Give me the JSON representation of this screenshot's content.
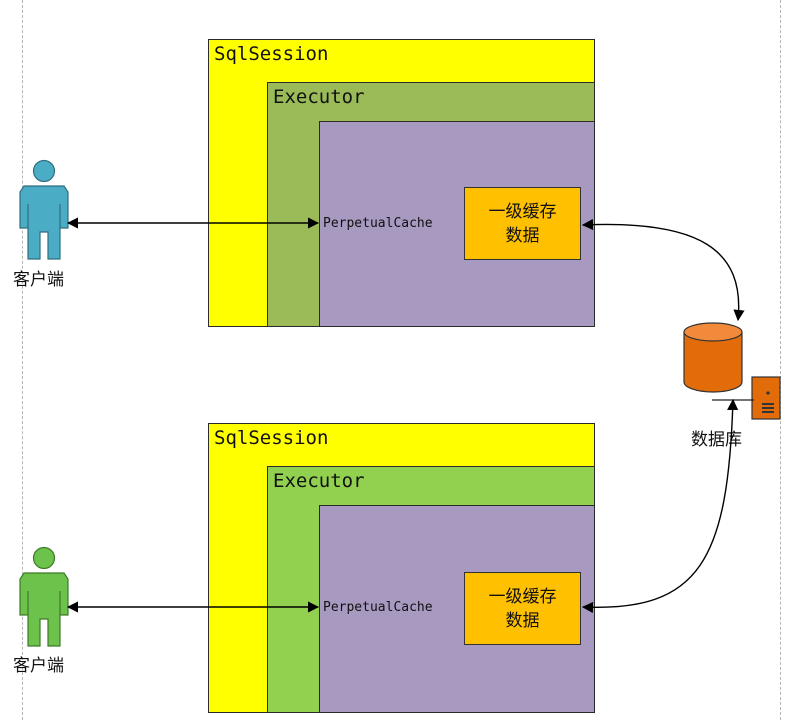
{
  "session1": {
    "session_label": "SqlSession",
    "executor_label": "Executor",
    "cache_label": "PerpetualCache",
    "cache_box": [
      "一级缓存",
      "数据"
    ],
    "client_label": "客户端"
  },
  "session2": {
    "session_label": "SqlSession",
    "executor_label": "Executor",
    "cache_label": "PerpetualCache",
    "cache_box": [
      "一级缓存",
      "数据"
    ],
    "client_label": "客户端"
  },
  "database": {
    "label": "数据库"
  },
  "colors": {
    "session_yellow": "#ffff00",
    "executor_olive": "#9bbb59",
    "executor_green": "#92d050",
    "cache_purple": "#a899c1",
    "cache_data_orange": "#ffc000",
    "person_blue": "#4bacc6",
    "person_green": "#6cc24a",
    "db_orange": "#e36c0a"
  },
  "icons": {
    "client1": "user-icon",
    "client2": "user-icon",
    "database": "database-cylinder-icon",
    "server": "server-icon"
  }
}
